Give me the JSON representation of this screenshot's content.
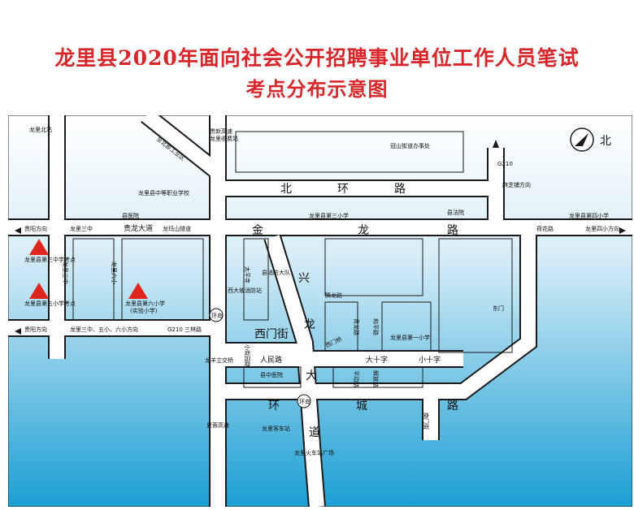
{
  "title_line1": "龙里县2020年面向社会公开招聘事业单位工作人员笔试",
  "title_line2": "考点分布示意图",
  "colors": {
    "title": "#d9262b",
    "sky_top": "#ffffff",
    "sky_bottom": "#1b9fd3",
    "road": "#ffffff",
    "outline": "#1a1a1a",
    "marker": "#e0251e"
  },
  "north": "北",
  "big_roads": {
    "north_ring": [
      "北",
      "环",
      "路"
    ],
    "jinlong": [
      "金",
      "龙",
      "路"
    ],
    "xinglong": [
      "兴",
      "龙",
      "大",
      "道"
    ],
    "ximen": "西门街",
    "south_ring": [
      "环",
      "城",
      "路"
    ]
  },
  "labels": {
    "longli_north_station": "龙里北站",
    "zhi_beibu": "至北部工业区",
    "guiyang_highway": "贵新高速",
    "longli_toll": "龙里收费站",
    "guanshan_office": "冠山街道办事处",
    "vocational": "龙里县中等职业学校",
    "g210": "G210",
    "mazhipu": "麻芝铺方向",
    "north_char": "北",
    "hospital": "县医院",
    "third_primary": "龙里县第三小学",
    "court": "县法院",
    "fourth_primary": "龙里县第四小学",
    "guiyang_dir_1": "贵阳方向",
    "longli_no3_mid": "龙里三中",
    "guilong_ave": "贵龙大道",
    "longshan_tunnel": "龙玛山隧道",
    "hehua_rd": "荷花路",
    "longli_no4_dir": "龙里四小方向",
    "exam3": "龙里县第三中学考点",
    "exam5": "龙里县第五小学考点",
    "exam6_line1": "龙里县第六小学",
    "exam6_line2": "(实验小学)",
    "longli_san_zhong": "龙里三中",
    "longli_liu_xiao": "龙里六小",
    "taipingsi": "太平寺",
    "fire_station": "县消防大队",
    "xishan_park": "西大坡消防站",
    "tenglong_rd": "腾龙路",
    "qinglong_rd": "青龙路",
    "heping_rd": "和平路",
    "first_primary": "龙里县第一小学",
    "dongmen": "东门",
    "guiyang_dir_2": "贵阳方向",
    "san_wu_liu_dir": "龙里三中、五小、六小方向",
    "g210_sanhe": "G210 三林路",
    "roundabout1": "环岛",
    "ximen_bridge": "西门桥",
    "xiaojie_rd": "小街园路",
    "longyang_jiaoqiao": "龙羊立交桥",
    "renmin_rd": "人民路",
    "county_mid": "县中医院",
    "dashizi": "大十字",
    "xiaoshizi": "小十字",
    "pingdong_rd": "平动路",
    "jiefang_rd": "解放路",
    "roundabout2": "环岛",
    "nanmen": "南门街",
    "lelong_rd": "夏蓉高速",
    "bus_station": "龙里客车站",
    "train_station": "龙里火车站广场"
  }
}
